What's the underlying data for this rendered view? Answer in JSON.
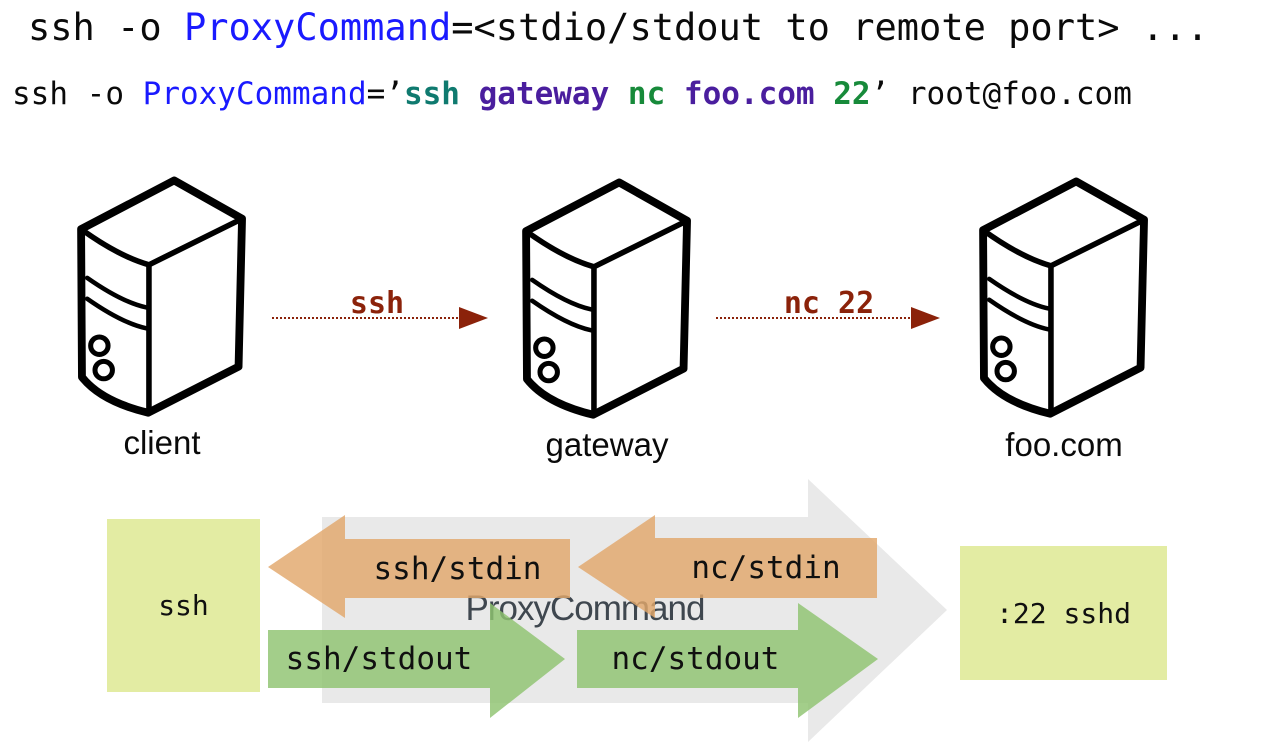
{
  "title_command": {
    "pre": "ssh -o ",
    "keyword": "ProxyCommand",
    "post": "=<stdio/stdout to remote port> ..."
  },
  "example_command": {
    "pre": "ssh -o ",
    "keyword": "ProxyCommand",
    "eq_quote": "=’",
    "arg_ssh": "ssh ",
    "arg_gateway": "gateway ",
    "arg_nc": "nc ",
    "arg_host": "foo.com ",
    "arg_port": "22",
    "close_quote": "’",
    "tail": " root@foo.com"
  },
  "servers": [
    {
      "label": "client"
    },
    {
      "label": "gateway"
    },
    {
      "label": "foo.com"
    }
  ],
  "link_arrows": [
    {
      "label": "ssh"
    },
    {
      "label": "nc 22"
    }
  ],
  "flow": {
    "left_box": {
      "label": "ssh"
    },
    "right_box": {
      "label": ":22 sshd"
    },
    "center_label": "ProxyCommand",
    "back_arrows": [
      {
        "label": "ssh/stdin"
      },
      {
        "label": "nc/stdin"
      }
    ],
    "forward_arrows": [
      {
        "label": "ssh/stdout"
      },
      {
        "label": "nc/stdout"
      }
    ]
  },
  "colors": {
    "keyword_blue": "#1a1aff",
    "teal": "#0f7a6f",
    "violet": "#4a1e9e",
    "green": "#178a3a",
    "dark_red": "#8b220a",
    "gray_arrow": "#e9e9e9",
    "orange_arrow": "#e2a76b",
    "green_arrow": "#8fc370",
    "box_yellow": "#e3eca3",
    "proxy_gray": "#3f474f"
  }
}
